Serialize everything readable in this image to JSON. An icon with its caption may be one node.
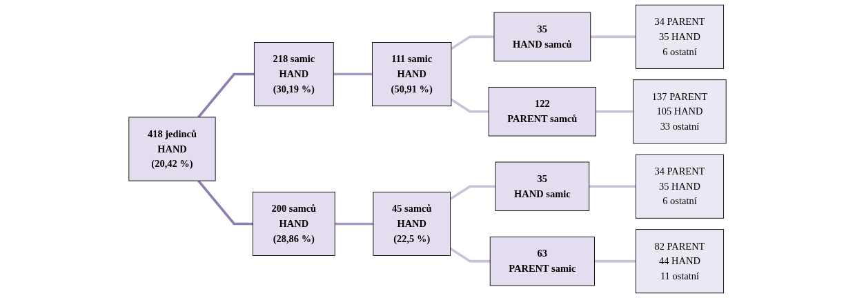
{
  "diagram": {
    "nodes": [
      {
        "text": [
          "418 jedinců",
          "HAND",
          "(20,42 %)"
        ]
      },
      {
        "text": [
          "218 samic",
          "HAND",
          "(30,19 %)"
        ]
      },
      {
        "text": [
          "200 samců",
          "HAND",
          "(28,86 %)"
        ]
      },
      {
        "text": [
          "111 samic",
          "HAND",
          "(50,91 %)"
        ]
      },
      {
        "text": [
          "45 samců",
          "HAND",
          "(22,5 %)"
        ]
      },
      {
        "text": [
          "35",
          "HAND samců"
        ]
      },
      {
        "text": [
          "122",
          "PARENT samců"
        ]
      },
      {
        "text": [
          "35",
          "HAND  samic"
        ]
      },
      {
        "text": [
          "63",
          "PARENT samic"
        ]
      },
      {
        "text": [
          "34 PARENT",
          "35 HAND",
          "6 ostatní"
        ]
      },
      {
        "text": [
          "137 PARENT",
          "105 HAND",
          "33 ostatní"
        ]
      },
      {
        "text": [
          "34 PARENT",
          "35 HAND",
          "6 ostatní"
        ]
      },
      {
        "text": [
          "82 PARENT",
          "44 HAND",
          "11 ostatní"
        ]
      }
    ],
    "edges": [
      {
        "from": 0,
        "to": 1,
        "arrow": "none",
        "color": "#8e7db0"
      },
      {
        "from": 0,
        "to": 2,
        "arrow": "none",
        "color": "#8e7db0"
      },
      {
        "from": 1,
        "to": 3,
        "arrow": "none",
        "color": "#a597bf"
      },
      {
        "from": 2,
        "to": 4,
        "arrow": "none",
        "color": "#a597bf"
      },
      {
        "from": 3,
        "to": 5,
        "arrow": "none"
      },
      {
        "from": 3,
        "to": 6,
        "arrow": "none"
      },
      {
        "from": 4,
        "to": 7,
        "arrow": "none"
      },
      {
        "from": 4,
        "to": 8,
        "arrow": "none"
      },
      {
        "from": 5,
        "to": 9,
        "arrow": "none"
      },
      {
        "from": 6,
        "to": 10,
        "arrow": "none"
      },
      {
        "from": 7,
        "to": 11,
        "arrow": "none"
      },
      {
        "from": 8,
        "to": 12,
        "arrow": "none"
      }
    ]
  }
}
